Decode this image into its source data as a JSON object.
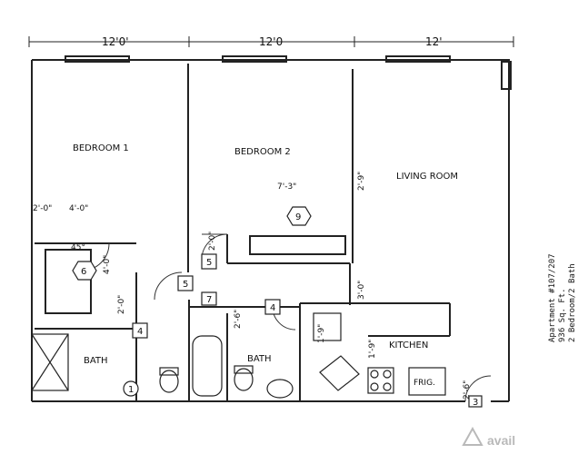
{
  "dimensions": {
    "d1": "12'0'",
    "d2": "12'0",
    "d3": "12'"
  },
  "rooms": {
    "bedroom1": "BEDROOM 1",
    "bedroom2": "BEDROOM 2",
    "living": "LIVING ROOM",
    "kitchen": "KITCHEN",
    "bath1": "BATH",
    "bath2": "BATH",
    "fridge": "FRIG."
  },
  "interior_dims": {
    "d_2_0": "2'-0\"",
    "d_4_0": "4'-0\"",
    "d_7_3": "7'-3\"",
    "d_2_9": "2'-9\"",
    "d_2_0b": "2'-0\"",
    "d_3_0": "3'-0\"",
    "d_2_0c": "2'-0\"",
    "d_4_0b": "4'-0\"",
    "d_2_6": "2'-6\"",
    "d_1_9": "1'-9\"",
    "d_1_9b": "1'-9\"",
    "d_45": "45°",
    "d_2_6b": "2'-6\""
  },
  "tags": [
    "9",
    "6",
    "5",
    "5",
    "7",
    "4",
    "4",
    "1",
    "3"
  ],
  "side_text": [
    "Apartment #107/207",
    "936 Sq. Ft.",
    "2 Bedroom/2 Bath"
  ],
  "watermark": "avail"
}
